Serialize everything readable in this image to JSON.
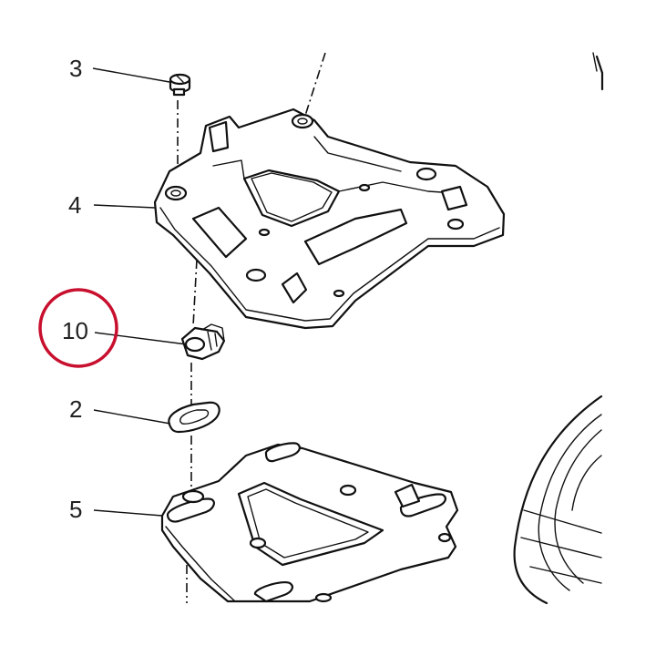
{
  "diagram": {
    "callouts": [
      {
        "id": "3",
        "label": "3"
      },
      {
        "id": "4",
        "label": "4"
      },
      {
        "id": "10",
        "label": "10"
      },
      {
        "id": "2",
        "label": "2"
      },
      {
        "id": "5",
        "label": "5"
      }
    ],
    "highlight": {
      "target": "10",
      "color": "#c8102e"
    }
  }
}
